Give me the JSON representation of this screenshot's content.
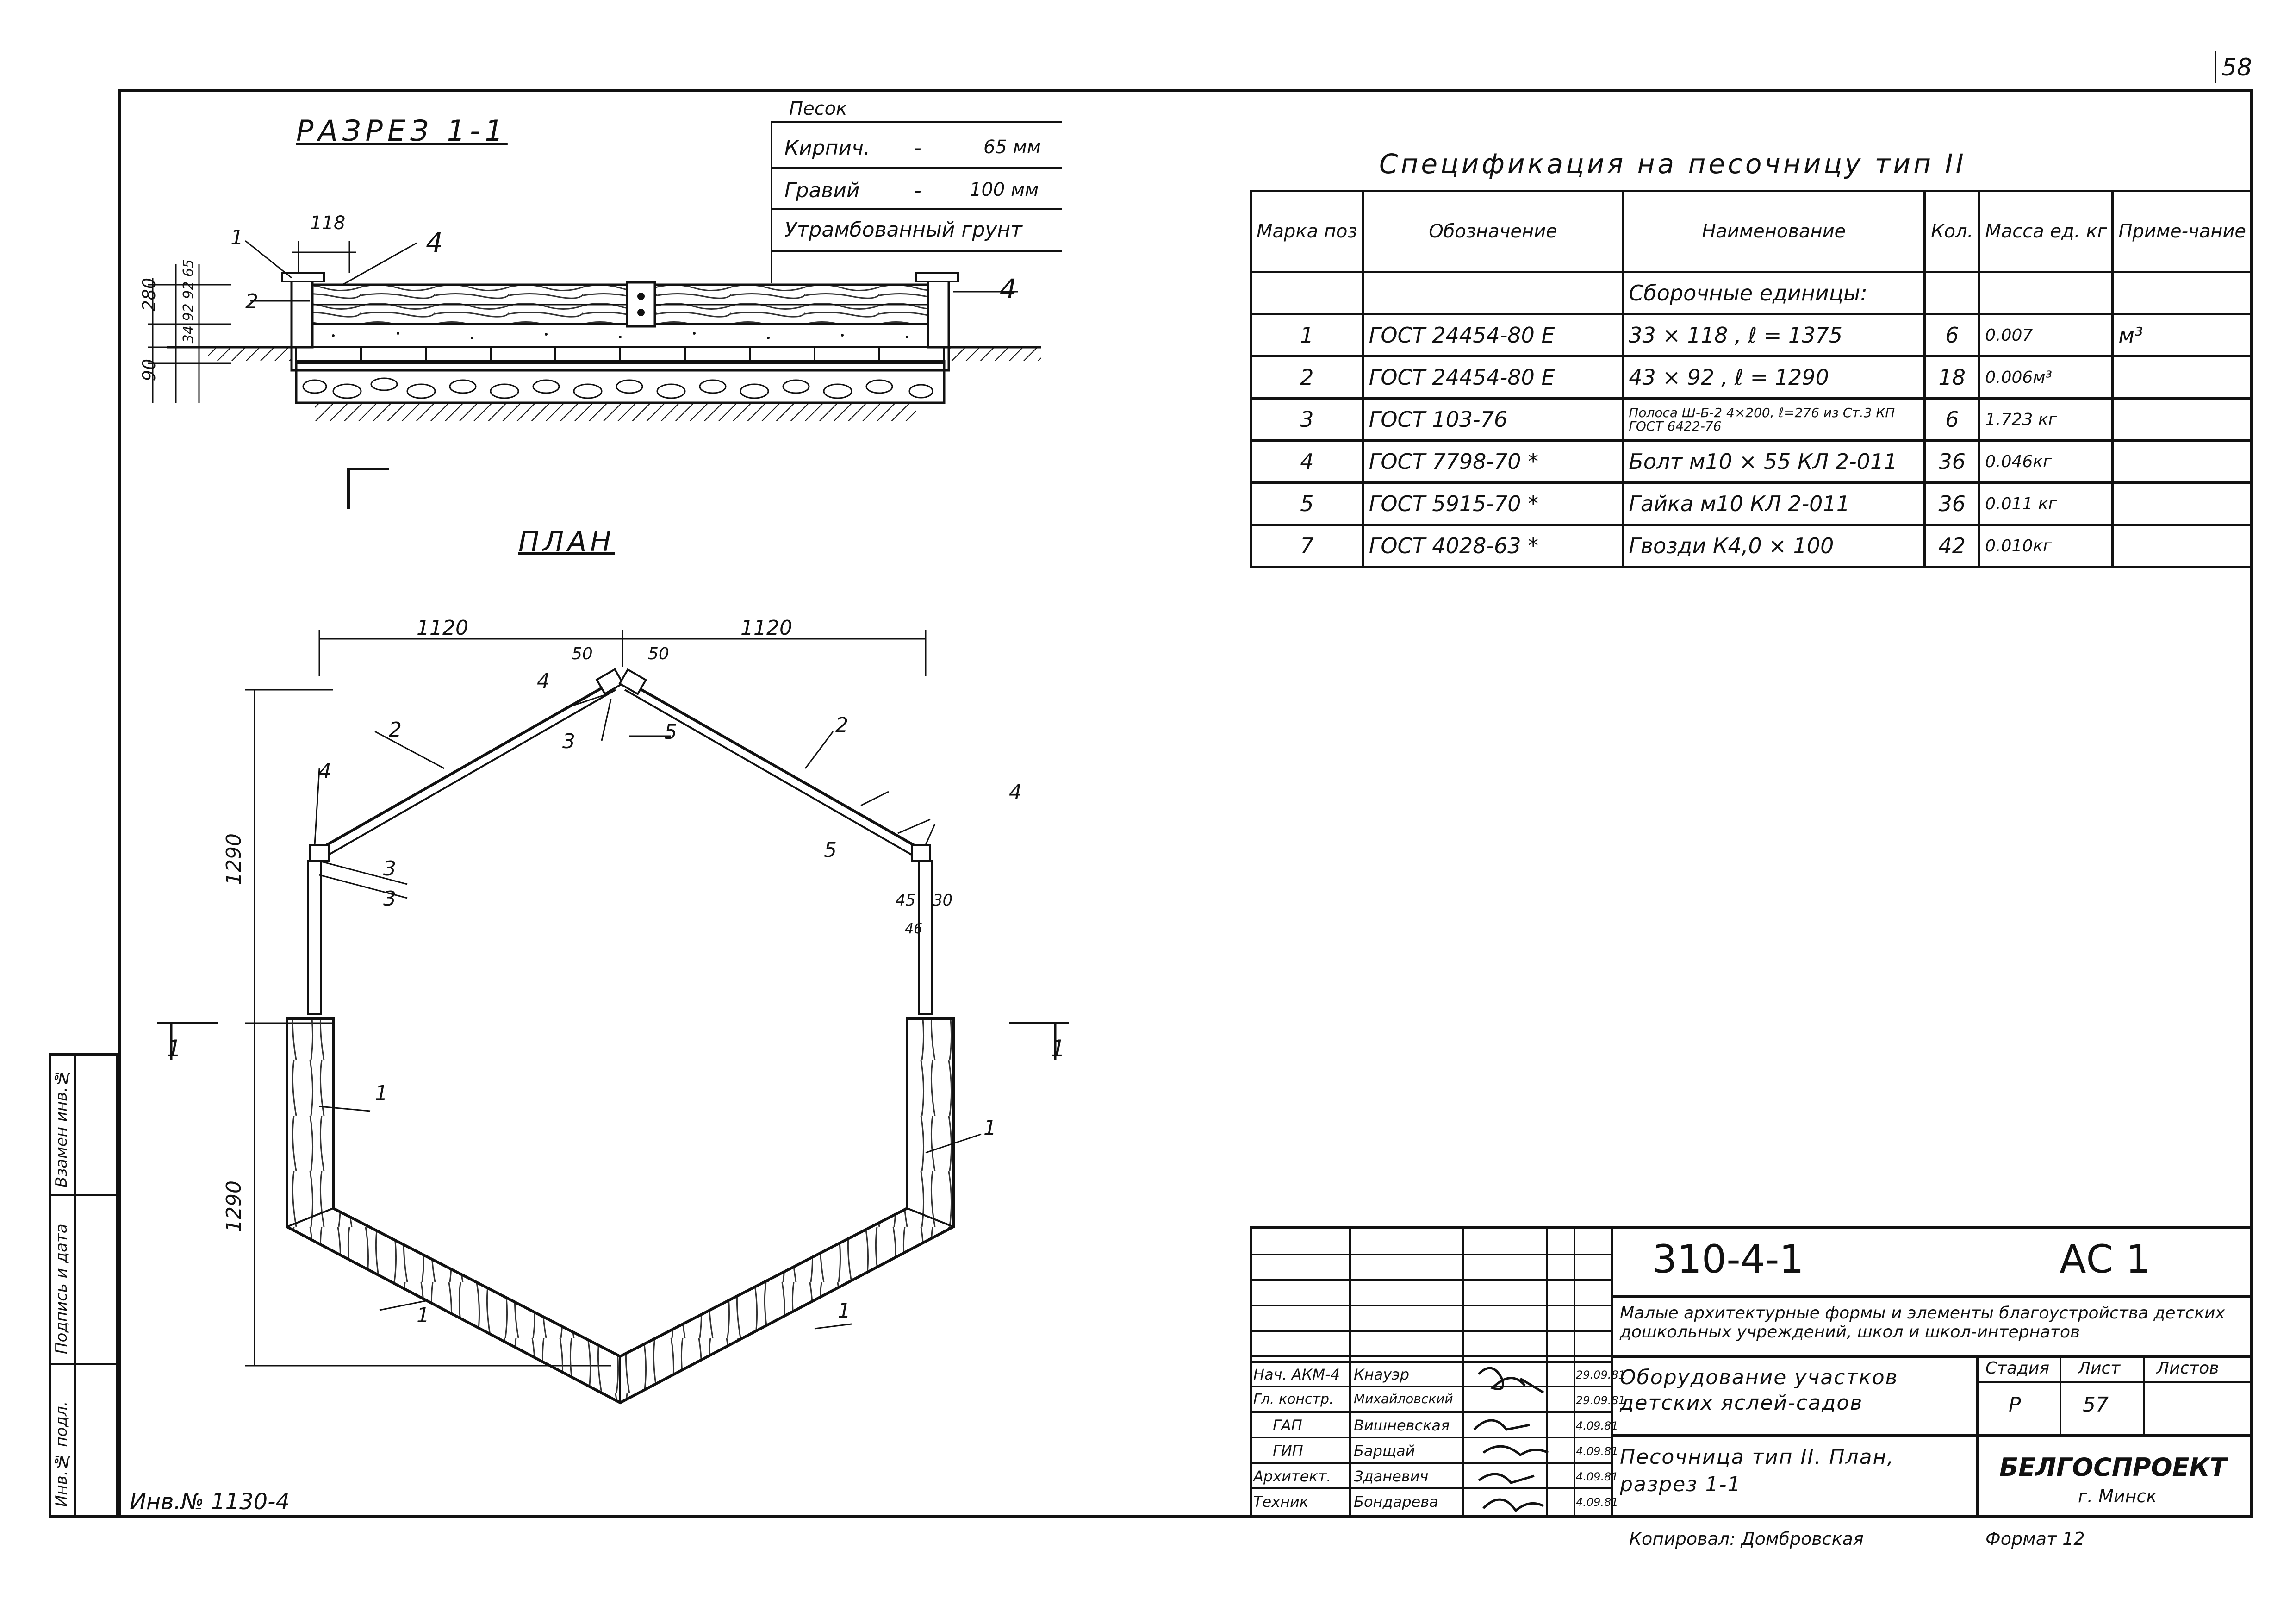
{
  "page_number": "58",
  "section": {
    "title": "РАЗРЕЗ 1-1",
    "layers_header": "Песок",
    "layers": [
      {
        "name": "Кирпич.",
        "dash": "-",
        "value": "65 мм"
      },
      {
        "name": "Гравий",
        "dash": "-",
        "value": "100 мм"
      },
      {
        "name": "Утрамбованный грунт",
        "dash": "",
        "value": ""
      }
    ],
    "dims": {
      "d118": "118",
      "d280": "280",
      "d90": "90",
      "stack": "34 92 92 65"
    },
    "callouts": {
      "c1": "1",
      "c2": "2",
      "c4a": "4",
      "c4b": "4"
    }
  },
  "plan": {
    "title": "ПЛАН",
    "dims": {
      "w1": "1120",
      "w2": "1120",
      "h1": "1290",
      "h2": "1290",
      "g50a": "50",
      "g50b": "50",
      "g45": "45",
      "g30": "30",
      "g46": "46"
    },
    "callouts": [
      "4",
      "3",
      "5",
      "2",
      "2",
      "4",
      "3",
      "3",
      "4",
      "5",
      "1",
      "1",
      "1",
      "1"
    ],
    "section_mark": "1"
  },
  "spec": {
    "title": "Спецификация на песочницу тип II",
    "headers": [
      "Марка поз",
      "Обозначение",
      "Наименование",
      "Кол.",
      "Масса ед. кг",
      "Приме-чание"
    ],
    "group": "Сборочные единицы:",
    "rows": [
      {
        "pos": "1",
        "designation": "ГОСТ 24454-80 Е",
        "name": "33 × 118 , ℓ = 1375",
        "qty": "6",
        "mass": "0.007",
        "note": "м³"
      },
      {
        "pos": "2",
        "designation": "ГОСТ 24454-80 Е",
        "name": "43 × 92 , ℓ = 1290",
        "qty": "18",
        "mass": "0.006м³",
        "note": ""
      },
      {
        "pos": "3",
        "designation": "ГОСТ 103-76",
        "name": "Полоса Ш-Б-2 4×200, ℓ=276 из Ст.3 КП ГОСТ 6422-76",
        "qty": "6",
        "mass": "1.723 кг",
        "note": ""
      },
      {
        "pos": "4",
        "designation": "ГОСТ 7798-70 *",
        "name": "Болт м10 × 55 КЛ 2-011",
        "qty": "36",
        "mass": "0.046кг",
        "note": ""
      },
      {
        "pos": "5",
        "designation": "ГОСТ 5915-70 *",
        "name": "Гайка м10 КЛ 2-011",
        "qty": "36",
        "mass": "0.011 кг",
        "note": ""
      },
      {
        "pos": "7",
        "designation": "ГОСТ 4028-63 *",
        "name": "Гвозди К4,0 × 100",
        "qty": "42",
        "mass": "0.010кг",
        "note": ""
      }
    ]
  },
  "stamp": {
    "code": "310-4-1",
    "sheet_mark": "АС 1",
    "project": "Малые архитектурные формы и элементы благоустройства детских дошкольных учреждений, школ и школ-интернатов",
    "object": "Оборудование участков детских яслей-садов",
    "drawing": "Песочница тип II. План, разрез 1-1",
    "stage_label": "Стадия",
    "sheet_label": "Лист",
    "sheets_label": "Листов",
    "stage": "Р",
    "sheet": "57",
    "sheets": "",
    "org": "БЕЛГОСПРОЕКТ",
    "city": "г. Минск",
    "people": [
      {
        "role": "Нач. АКМ-4",
        "name": "Кнауэр",
        "date": "29.09.81"
      },
      {
        "role": "Гл. констр.",
        "name": "Михайловский",
        "date": "29.09.81"
      },
      {
        "role": "ГАП",
        "name": "Вишневская",
        "date": "4.09.81"
      },
      {
        "role": "ГИП",
        "name": "Барщай",
        "date": "4.09.81"
      },
      {
        "role": "Архитект.",
        "name": "Зданевич",
        "date": "4.09.81"
      },
      {
        "role": "Техник",
        "name": "Бондарева",
        "date": "4.09.81"
      }
    ]
  },
  "side_labels": {
    "replace": "Взамен инв.№",
    "sign": "Подпись и дата",
    "inv": "Инв.№ подл."
  },
  "inventory": "Инв.№ 1130-4",
  "copied": "Копировал: Домбровская",
  "format": "Формат 12"
}
